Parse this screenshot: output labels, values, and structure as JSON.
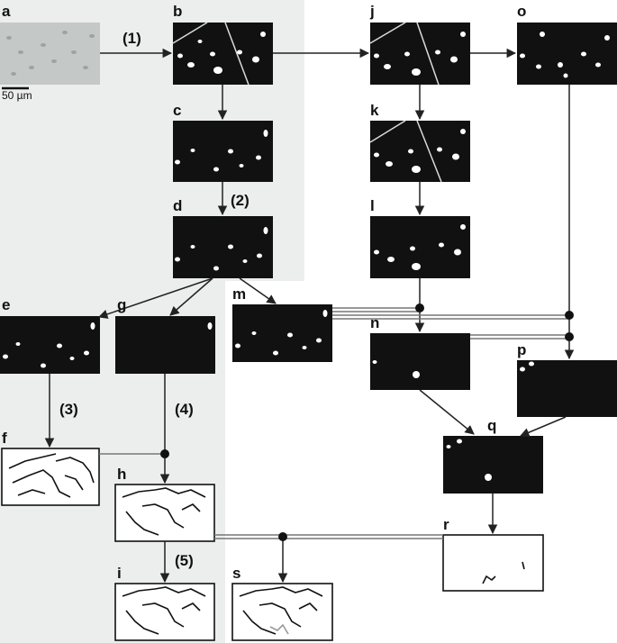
{
  "panels": [
    {
      "id": "a",
      "label": "a"
    },
    {
      "id": "b",
      "label": "b"
    },
    {
      "id": "c",
      "label": "c"
    },
    {
      "id": "d",
      "label": "d"
    },
    {
      "id": "e",
      "label": "e"
    },
    {
      "id": "f",
      "label": "f"
    },
    {
      "id": "g",
      "label": "g"
    },
    {
      "id": "h",
      "label": "h"
    },
    {
      "id": "i",
      "label": "i"
    },
    {
      "id": "j",
      "label": "j"
    },
    {
      "id": "k",
      "label": "k"
    },
    {
      "id": "l",
      "label": "l"
    },
    {
      "id": "m",
      "label": "m"
    },
    {
      "id": "n",
      "label": "n"
    },
    {
      "id": "o",
      "label": "o"
    },
    {
      "id": "p",
      "label": "p"
    },
    {
      "id": "q",
      "label": "q"
    },
    {
      "id": "r",
      "label": "r"
    },
    {
      "id": "s",
      "label": "s"
    }
  ],
  "steps": {
    "s1": "(1)",
    "s2": "(2)",
    "s3": "(3)",
    "s4": "(4)",
    "s5": "(5)"
  },
  "scale_bar": "50 µm",
  "colors": {
    "background_region": "#eceeed",
    "mask_panel": "#111111",
    "blob": "#ffffff",
    "arrow": "#222222",
    "connector": "#777777",
    "microscope": "#c4c8c7"
  }
}
